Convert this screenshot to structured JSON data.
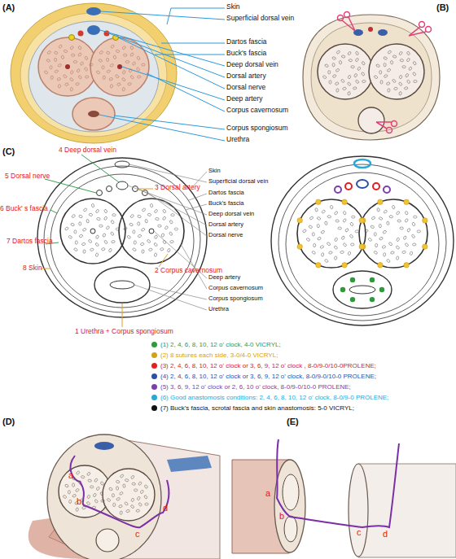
{
  "diagram": {
    "labels": [
      "(A)",
      "Skin",
      "Superficial dorsal vein",
      "Dartos fascia",
      "Buck's fascia",
      "Deep dorsal vein",
      "Dorsal artery",
      "Dorsal nerve",
      "Deep artery",
      "Corpus cavernosum",
      "Corpus spongiosum",
      "Urethra",
      "(B)",
      "(C)",
      "4 Deep dorsal vein",
      "3 Dorsal artery",
      "5 Dorsal nerve",
      "6 Buck' s fascia",
      "7 Dartos fascia",
      "8 Skin",
      "2 Corpus cavernosum",
      "1 Urethra + Corpus spongiosum",
      "Skin",
      "Superficial dorsal vein",
      "Dartos fascia",
      "Buck's fascia",
      "Deep dorsal vein",
      "Dorsal artery",
      "Dorsal nerve",
      "Deep artery",
      "Corpus cavernosum",
      "Corpus spongiosum",
      "Urethra",
      "(D)",
      "(E)",
      "a",
      "b",
      "c",
      "d",
      "a",
      "b",
      "c",
      "d"
    ],
    "legend": [
      {
        "text": "(1) 2, 4, 6, 8, 10, 12 o' clock, 4-0 VICRYL;",
        "color": "#2e9a3a"
      },
      {
        "text": "(2) 8 sutures each side, 3-0/4-0 VICRYL;",
        "color": "#d4a017"
      },
      {
        "text": "(3) 2, 4, 6, 8, 10, 12 o' clock or 3, 6, 9, 12 o' clock , 8-0/9-0/10-0PROLENE;",
        "color": "#e02020"
      },
      {
        "text": "(4) 2, 4, 6, 8, 10, 12 o' clock or 3, 6, 9, 12 o' clock, 8-0/9-0/10-0 PROLENE;",
        "color": "#2c4fa8"
      },
      {
        "text": "(5) 3, 6, 9, 12 o' clock or 2, 6, 10 o' clock, 8-0/9-0/10-0 PROLENE;",
        "color": "#7b3fa8"
      },
      {
        "text": "(6) Good anastomosis conditions: 2, 4, 6, 8, 10, 12 o' clock, 8-0/9-0 PROLENE;",
        "color": "#29a8d8"
      },
      {
        "text": "(7) Buck's fascia, scrotal fascia and skin anastomosis: 5-0 VICRYL;",
        "color": "#111111"
      }
    ]
  }
}
